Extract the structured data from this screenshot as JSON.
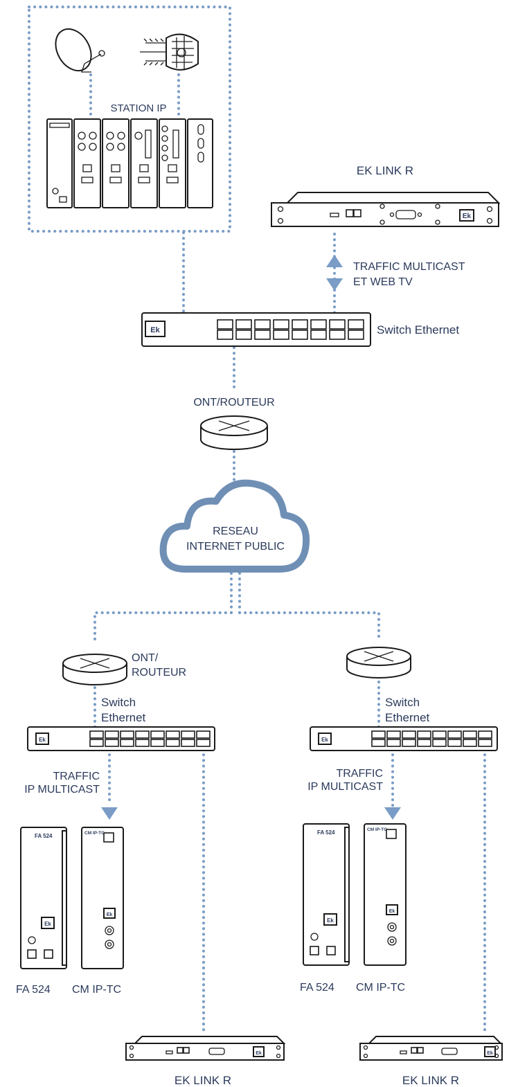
{
  "labels": {
    "station_ip": "STATION IP",
    "ek_link_r_top": "EK LINK R",
    "traffic_multicast_l1": "TRAFFIC MULTICAST",
    "traffic_multicast_l2": "ET WEB TV",
    "switch_top": "Switch Ethernet",
    "ont_routeur_top": "ONT/ROUTEUR",
    "cloud_l1": "RESEAU",
    "cloud_l2": "INTERNET PUBLIC",
    "ont_left_l1": "ONT/",
    "ont_left_l2": "ROUTEUR",
    "switch_left_l1": "Switch",
    "switch_left_l2": "Ethernet",
    "switch_right_l1": "Switch",
    "switch_right_l2": "Ethernet",
    "traffic_left_l1": "TRAFFIC",
    "traffic_left_l2": "IP MULTICAST",
    "traffic_right_l1": "TRAFFIC",
    "traffic_right_l2": "IP MULTICAST",
    "fa524_left": "FA 524",
    "cmip_left": "CM IP-TC",
    "fa524_right": "FA 524",
    "cmip_right": "CM IP-TC",
    "ek_link_r_left": "EK LINK R",
    "ek_link_r_right": "EK LINK R"
  },
  "device_text": {
    "fa524_panel": "FA 524",
    "cmip_panel": "CM IP-TC",
    "ek_logo": "Ek"
  },
  "colors": {
    "link": "#7a9cc6",
    "text": "#2b3a5c",
    "cloud_outline": "#6f8fb5",
    "line_art": "#1a1a1a"
  }
}
